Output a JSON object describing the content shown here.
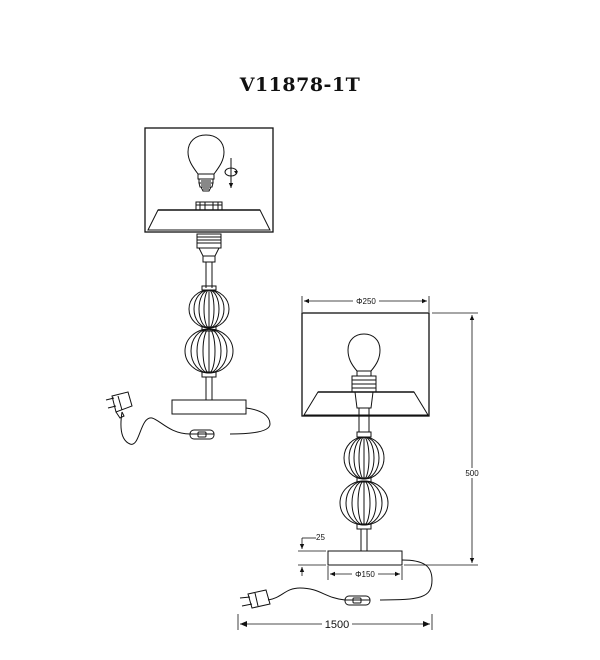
{
  "title": "V11878-1T",
  "dimensions": {
    "shade_diameter": "Φ250",
    "height": "500",
    "base_diameter": "Φ150",
    "base_height": "25",
    "cable_length": "1500"
  },
  "icons": {
    "rotate": "rotate-arrow-icon",
    "bulb": "light-bulb-icon",
    "plug": "power-plug-icon",
    "switch": "inline-switch-icon"
  }
}
